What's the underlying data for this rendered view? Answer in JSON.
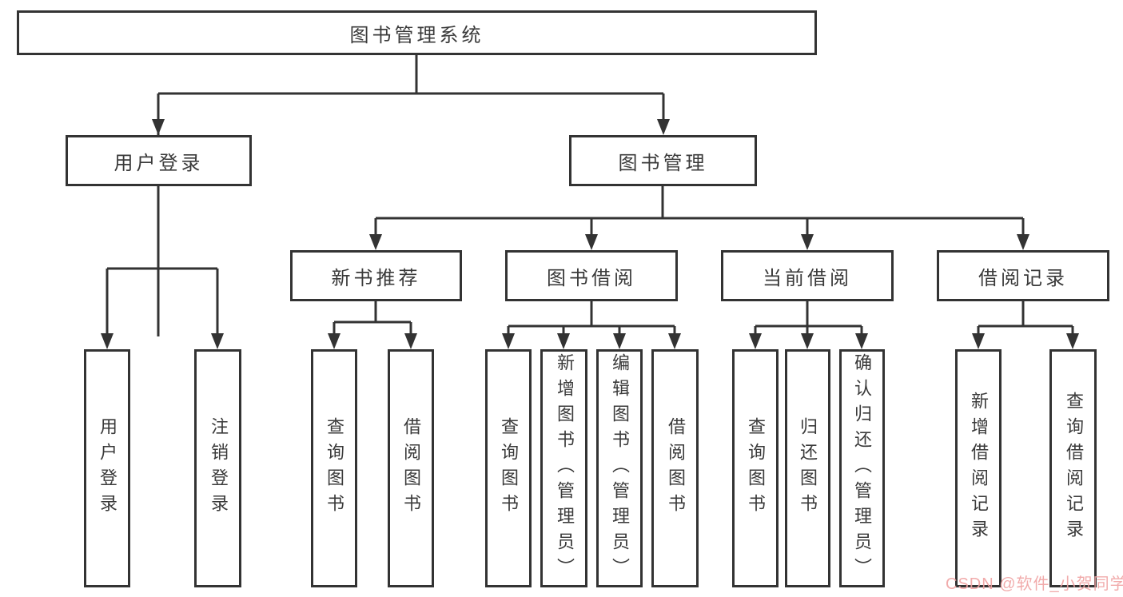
{
  "tree": {
    "label": "图书管理系统",
    "children": [
      {
        "label": "用户登录",
        "children": [
          {
            "label": "用户登录"
          },
          {
            "label": "注销登录"
          }
        ]
      },
      {
        "label": "图书管理",
        "children": [
          {
            "label": "新书推荐",
            "children": [
              {
                "label": "查询图书"
              },
              {
                "label": "借阅图书"
              }
            ]
          },
          {
            "label": "图书借阅",
            "children": [
              {
                "label": "查询图书"
              },
              {
                "label": "新增图书（管理员）"
              },
              {
                "label": "编辑图书（管理员）"
              },
              {
                "label": "借阅图书"
              }
            ]
          },
          {
            "label": "当前借阅",
            "children": [
              {
                "label": "查询图书"
              },
              {
                "label": "归还图书"
              },
              {
                "label": "确认归还（管理员）"
              }
            ]
          },
          {
            "label": "借阅记录",
            "children": [
              {
                "label": "新增借阅记录"
              },
              {
                "label": "查询借阅记录"
              }
            ]
          }
        ]
      }
    ]
  },
  "watermark": {
    "text": "CSDN @软件_小贺同学",
    "color": "#f0a2a2"
  },
  "colors": {
    "line": "#333333",
    "box_border": "#333333",
    "text": "#3a3a3a",
    "background": "#ffffff"
  }
}
